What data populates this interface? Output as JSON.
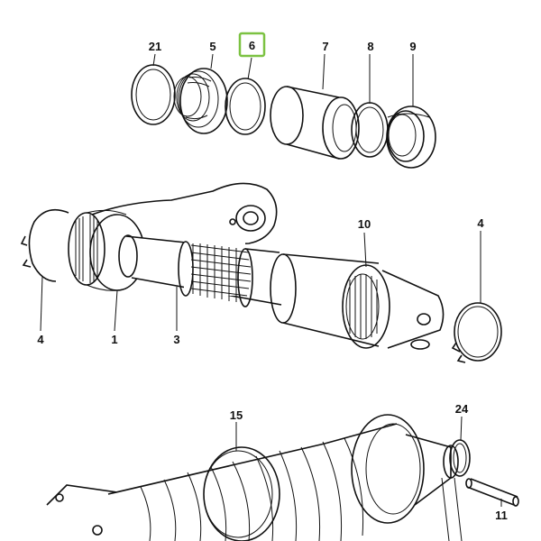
{
  "highlight": {
    "part": "6",
    "color": "#7cc242"
  },
  "callouts": {
    "p21": "21",
    "p5": "5",
    "p6": "6",
    "p7": "7",
    "p8": "8",
    "p9": "9",
    "p10": "10",
    "p4_left": "4",
    "p1": "1",
    "p3": "3",
    "p4_right": "4",
    "p15": "15",
    "p24": "24",
    "p11": "11"
  },
  "icons": {
    "ring": "retaining-ring",
    "seal": "seal-ring",
    "bushing": "bushing-sleeve",
    "shaft": "splined-shaft",
    "housing": "gear-housing",
    "pin": "dowel-pin"
  }
}
